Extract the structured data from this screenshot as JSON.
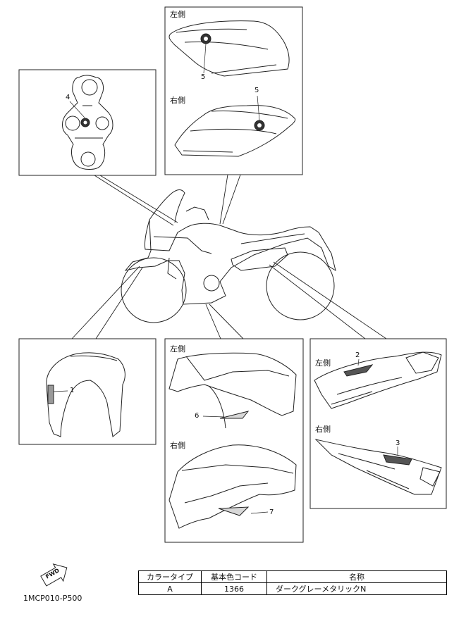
{
  "panels": {
    "tank_left_label": "左側",
    "tank_right_label": "右側",
    "cowl_left_label": "左側",
    "cowl_right_label": "右側",
    "side_left_label": "左側",
    "side_right_label": "右側"
  },
  "callouts": {
    "n1": "1",
    "n2": "2",
    "n3": "3",
    "n4": "4",
    "n5a": "5",
    "n5b": "5",
    "n6": "6",
    "n7": "7"
  },
  "fwd_label": "FWD",
  "drawing_code": "1MCP010-P500",
  "color_table": {
    "headers": [
      "カラータイプ",
      "基本色コード",
      "名称"
    ],
    "rows": [
      [
        "A",
        "1366",
        "ダークグレーメタリックN"
      ]
    ]
  }
}
